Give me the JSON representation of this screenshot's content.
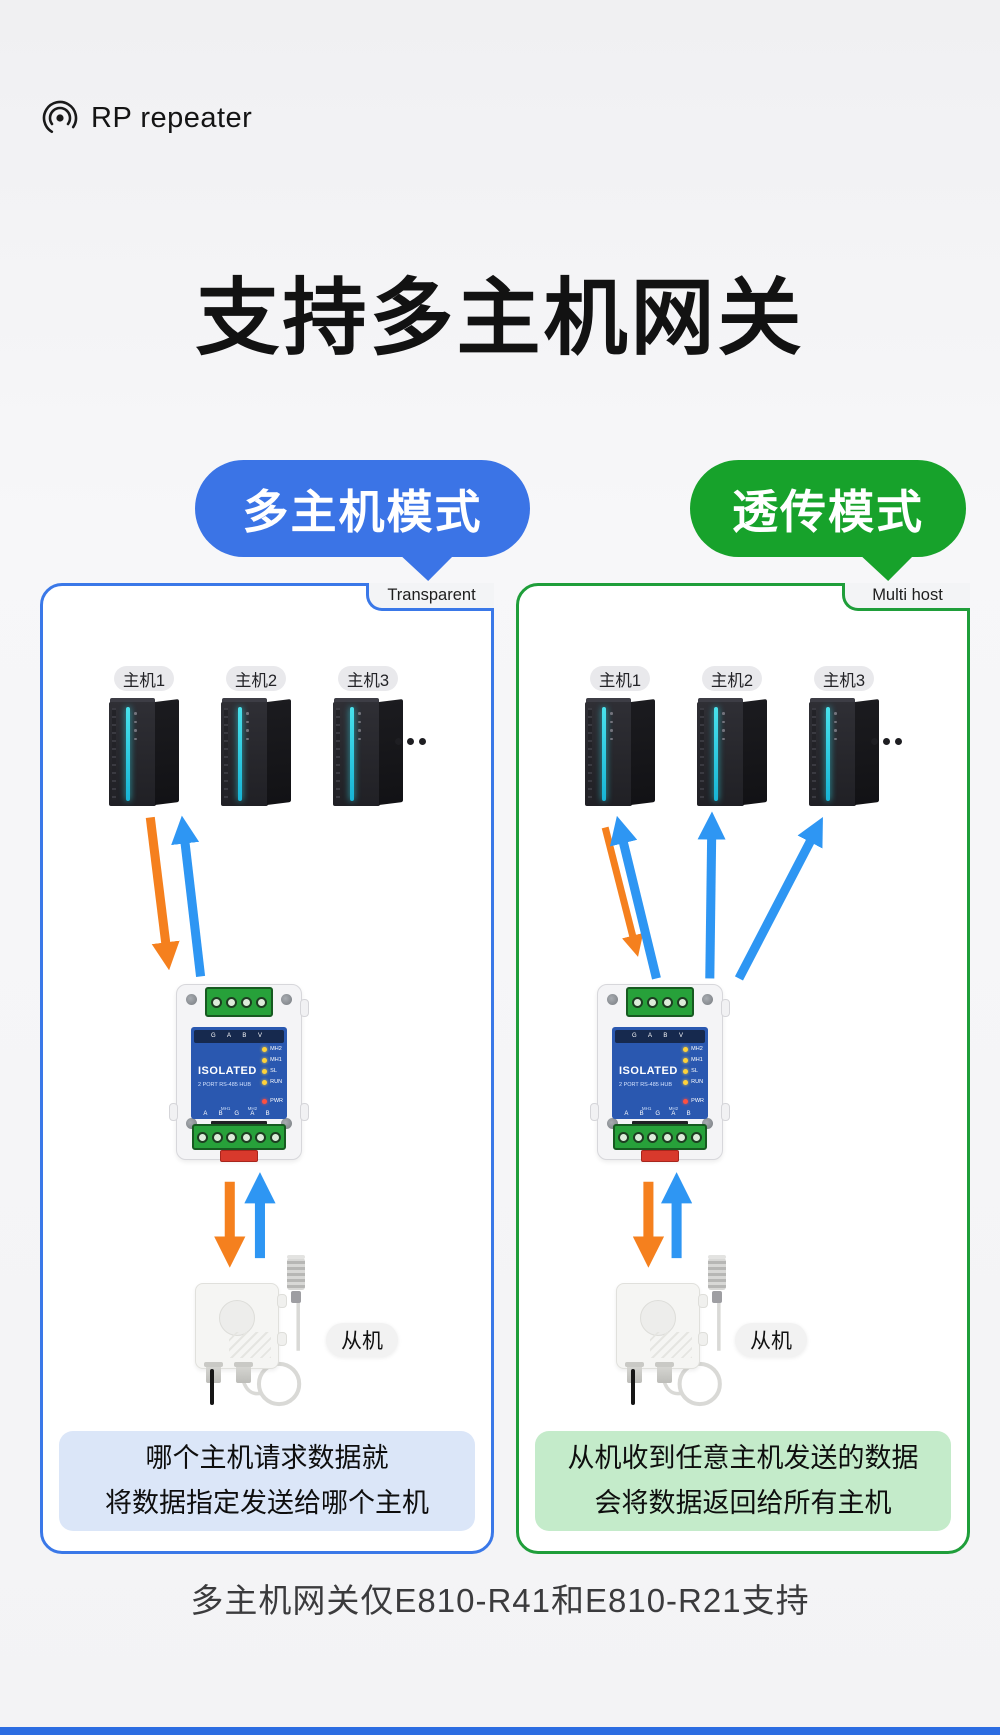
{
  "brand": {
    "name": "RP repeater"
  },
  "title": "支持多主机网关",
  "badges": {
    "left": "多主机模式",
    "right": "透传模式"
  },
  "panels": [
    {
      "tab": "Transparent",
      "hosts": [
        "主机1",
        "主机2",
        "主机3"
      ],
      "slave": "从机",
      "note_line1": "哪个主机请求数据就",
      "note_line2": "将数据指定发送给哪个主机"
    },
    {
      "tab": "Multi host",
      "hosts": [
        "主机1",
        "主机2",
        "主机3"
      ],
      "slave": "从机",
      "note_line1": "从机收到任意主机发送的数据",
      "note_line2": "会将数据返回给所有主机"
    }
  ],
  "device": {
    "brand_text": "ISOLATED",
    "model_text": "2 PORT RS-485 HUB",
    "leds": [
      "MH2",
      "MH1",
      "SL",
      "RUN"
    ],
    "power_led": "PWR",
    "pins_top": "G A B V",
    "pin_groups": "MH1 MH2",
    "pins_bottom": "A B G A B"
  },
  "footer": "多主机网关仅E810-R41和E810-R21支持",
  "colors": {
    "blue_accent": "#3b74e6",
    "green_accent": "#17a22b",
    "arrow_blue": "#2e96f3",
    "arrow_orange": "#f5801e",
    "note_blue_bg": "#dbe6f8",
    "note_green_bg": "#c4ebca",
    "device_panel_blue": "#2a58b0",
    "bottom_strip_blue": "#2c6de2"
  }
}
